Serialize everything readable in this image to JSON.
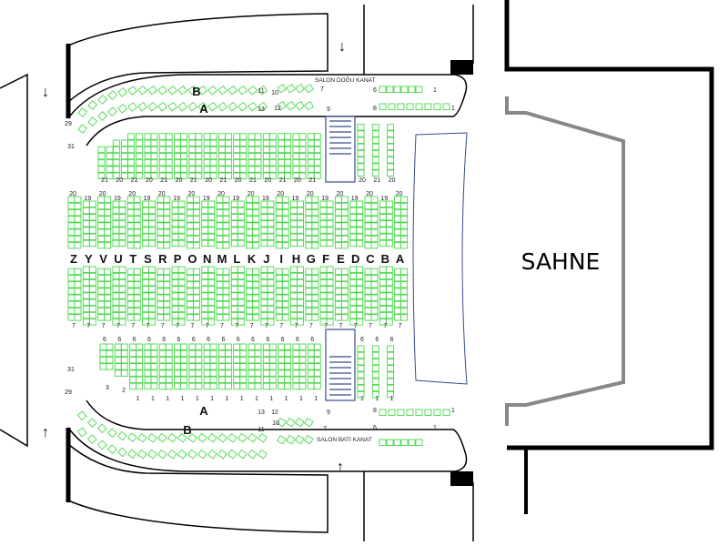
{
  "stage_label": "SAHNE",
  "east_wing_label": "SALON DOĞU KANAT",
  "west_wing_label": "SALON BATI KANAT",
  "balcony_rows": [
    "A",
    "B"
  ],
  "middle_rows": [
    "Z",
    "Y",
    "V",
    "U",
    "T",
    "S",
    "R",
    "P",
    "O",
    "N",
    "M",
    "L",
    "K",
    "J",
    "I",
    "H",
    "G",
    "F",
    "E",
    "D",
    "C",
    "B",
    "A"
  ],
  "middle_top_numbers": [
    "20",
    "19"
  ],
  "middle_bottom_number": "7",
  "upper_block_numbers": [
    "21",
    "20"
  ],
  "lower_block_top_number": "6",
  "lower_block_bottom_number": "1",
  "side_numbers": {
    "b_end": "11",
    "a_end": "13",
    "curve_a": "29",
    "curve_b": "31",
    "small_b_start": "10",
    "small_b_end": "7",
    "small_a_start": "12",
    "small_a_end": "9",
    "right_b_start": "6",
    "right_a_start": "8",
    "right_end": "1",
    "lower_left_3": "3",
    "lower_left_2": "2"
  },
  "arrows": {
    "down": "↓",
    "up": "↑"
  },
  "colors": {
    "seat": "#49d84a",
    "stage_outline": "#888888",
    "pit": "#3a4a8a"
  }
}
